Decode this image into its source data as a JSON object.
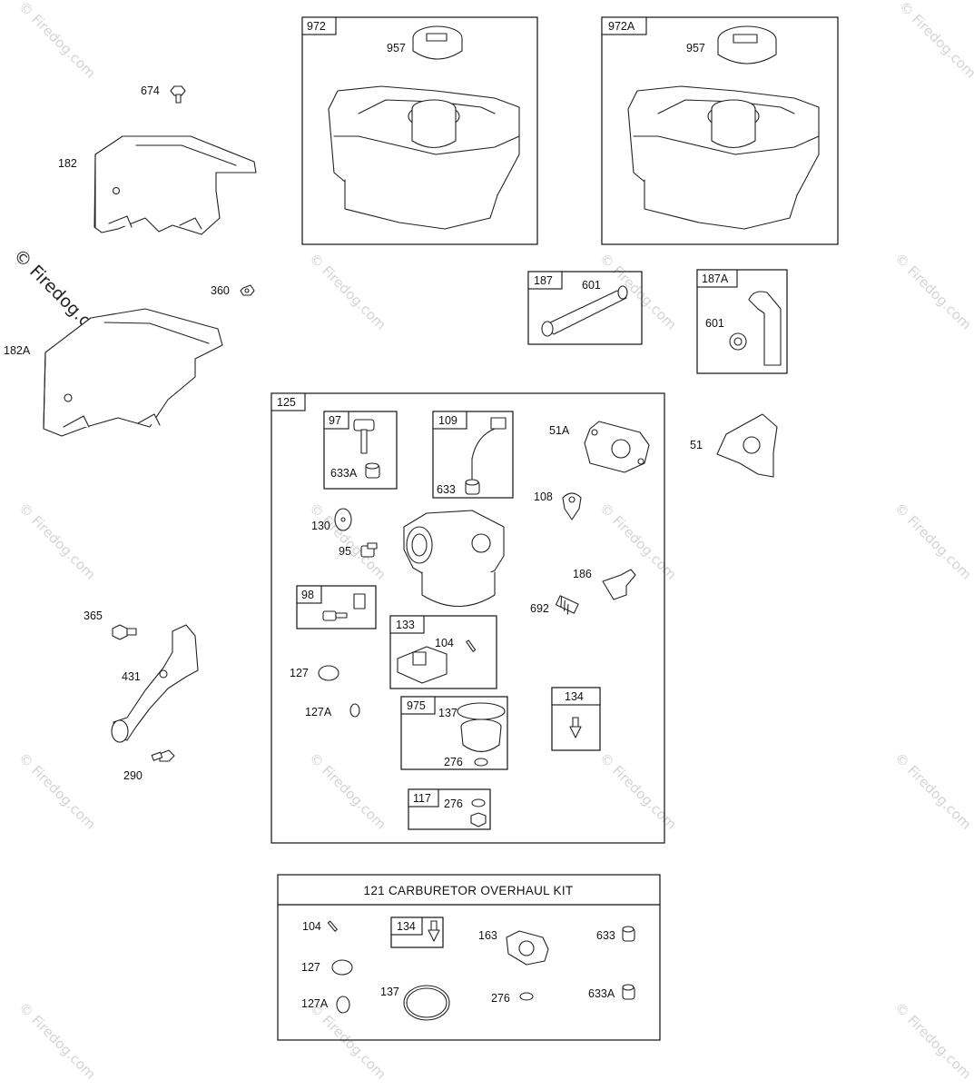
{
  "watermark": "© Firedog.com",
  "groups": {
    "tank_972": "972",
    "tank_972a": "972A",
    "line_187": "187",
    "line_187a": "187A",
    "carb_125": "125",
    "sub_97": "97",
    "sub_109": "109",
    "sub_98": "98",
    "sub_133": "133",
    "sub_975": "975",
    "sub_134": "134",
    "sub_117": "117",
    "kit_134": "134"
  },
  "kit": {
    "title": "121 CARBURETOR OVERHAUL KIT"
  },
  "labels": {
    "p674": "674",
    "p182": "182",
    "p360": "360",
    "p182a": "182A",
    "p957_a": "957",
    "p957_b": "957",
    "p601_a": "601",
    "p601_b": "601",
    "p633a": "633A",
    "p633": "633",
    "p51a": "51A",
    "p51": "51",
    "p108": "108",
    "p130": "130",
    "p95": "95",
    "p186": "186",
    "p692": "692",
    "p365": "365",
    "p431": "431",
    "p290": "290",
    "p104": "104",
    "p127": "127",
    "p127a": "127A",
    "p137": "137",
    "p276_a": "276",
    "p276_b": "276",
    "k104": "104",
    "k127": "127",
    "k127a": "127A",
    "k137": "137",
    "k163": "163",
    "k276": "276",
    "k633": "633",
    "k633a": "633A"
  }
}
